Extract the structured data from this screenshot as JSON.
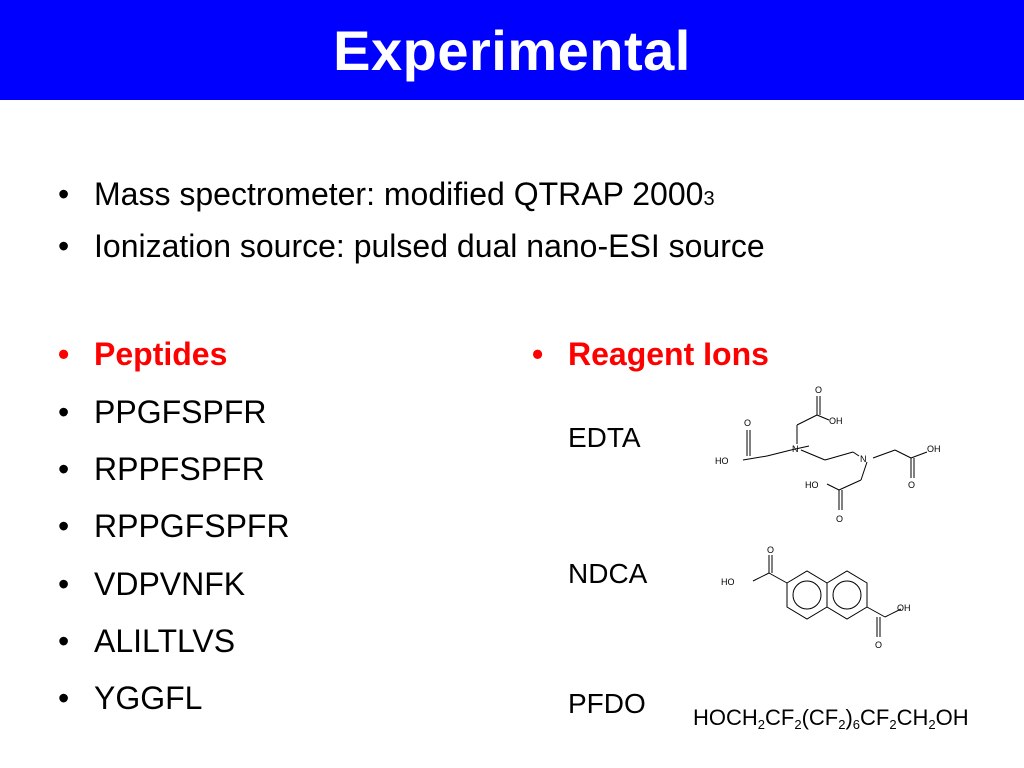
{
  "title": "Experimental",
  "intro": [
    {
      "text": "Mass spectrometer: modified QTRAP 2000",
      "sup": "3"
    },
    {
      "text": "Ionization source:  pulsed dual nano-ESI source",
      "sup": ""
    }
  ],
  "bullet_char": "•",
  "peptides": {
    "heading": "Peptides",
    "items": [
      "PPGFSPFR",
      "RPPFSPFR",
      "RPPGFSPFR",
      "VDPVNFK",
      "ALILTLVS",
      "YGGFL"
    ]
  },
  "reagents": {
    "heading": "Reagent Ions",
    "items": [
      {
        "name": "EDTA"
      },
      {
        "name": "NDCA"
      },
      {
        "name": "PFDO"
      }
    ]
  },
  "atoms": {
    "O": "O",
    "OH": "OH",
    "HO": "HO",
    "N": "N"
  },
  "pfdo_formula": [
    {
      "t": "HOCH"
    },
    {
      "s": "2"
    },
    {
      "t": "CF"
    },
    {
      "s": "2"
    },
    {
      "t": "(CF"
    },
    {
      "s": "2"
    },
    {
      "t": ")"
    },
    {
      "s": "6"
    },
    {
      "t": "CF"
    },
    {
      "s": "2"
    },
    {
      "t": "CH"
    },
    {
      "s": "2"
    },
    {
      "t": "OH"
    }
  ],
  "colors": {
    "title_bar": "#0000ff",
    "title_text": "#ffffff",
    "heading": "#ff0000"
  }
}
